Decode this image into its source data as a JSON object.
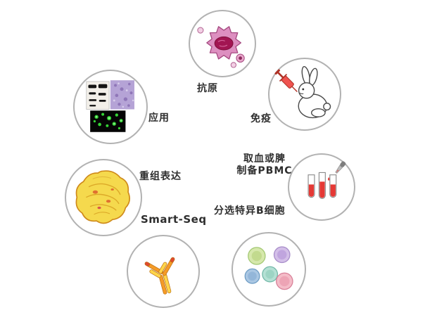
{
  "workflow": {
    "steps": [
      {
        "id": "antigen",
        "label": "抗原"
      },
      {
        "id": "immunize",
        "label": "免疫"
      },
      {
        "id": "prepare-pbmc",
        "lines": [
          "取血或脾",
          "制备PBMC"
        ]
      },
      {
        "id": "sort-b-cells",
        "label": "分选特异B细胞"
      },
      {
        "id": "smart-seq",
        "label": "Smart-Seq"
      },
      {
        "id": "recombinant-expression",
        "label": "重组表达"
      },
      {
        "id": "application",
        "label": "应用"
      }
    ],
    "colors": {
      "circle_border": "#b2b2b2",
      "label_text": "#2e2e2e",
      "antigen_pink": "#dd8fc0",
      "antigen_nucleus": "#a21552",
      "syringe_red": "#ef5350",
      "tube_red": "#e53935",
      "antibody_orange": "#f59b27",
      "antibody_yellow": "#ffd54a",
      "antibody_tip_red": "#e0492f",
      "cell_yellow": "#f5d94d",
      "fluorescence_green": "#35d435",
      "histology_purple": "#b5a3d6"
    }
  }
}
